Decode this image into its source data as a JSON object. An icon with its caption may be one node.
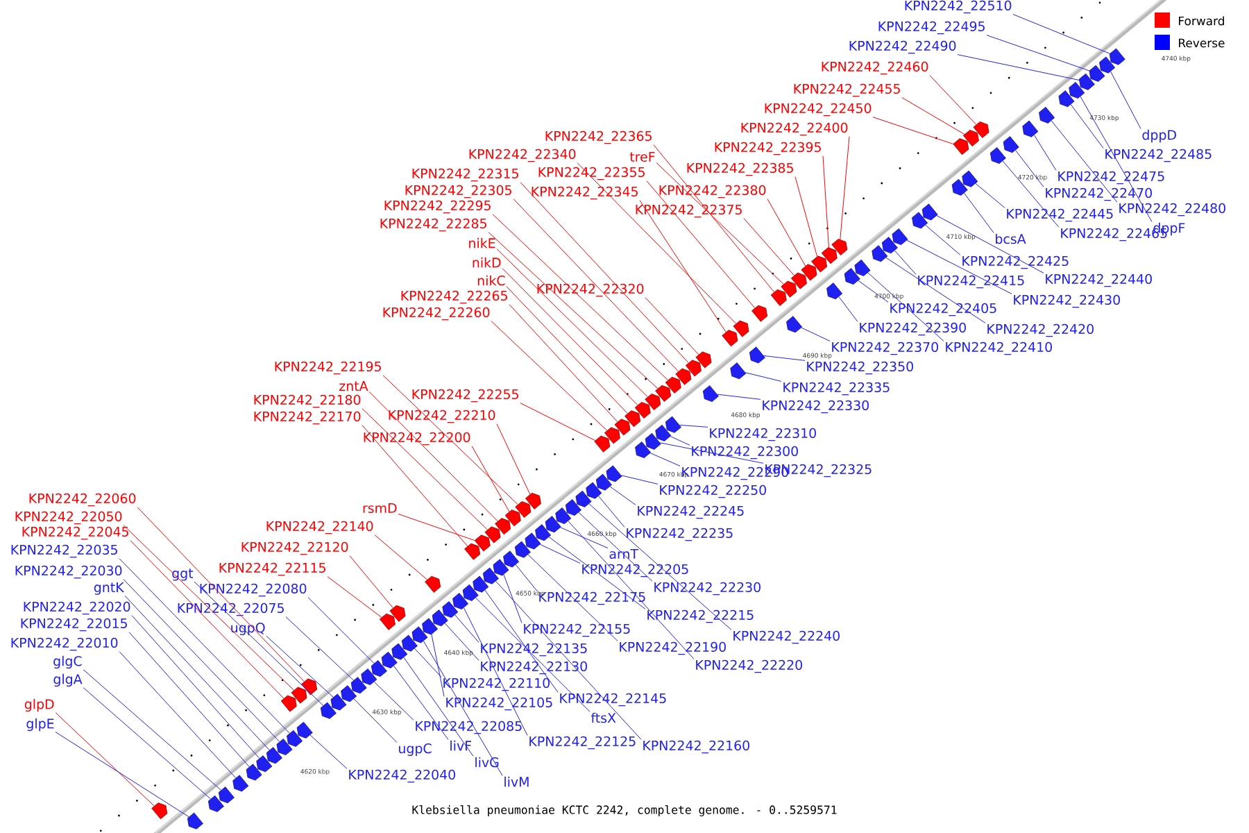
{
  "diagram": {
    "caption": "Klebsiella pneumoniae KCTC 2242, complete genome. - 0..5259571",
    "nodes": [
      {
        "text": [
          "KPN2242_22060"
        ]
      },
      {
        "text": [
          "KPN2242_22050"
        ]
      },
      {
        "text": [
          "KPN2242_22045"
        ]
      },
      {
        "text": [
          "KPN2242_22035"
        ]
      },
      {
        "text": [
          "KPN2242_22030"
        ]
      },
      {
        "text": [
          "gntK"
        ]
      },
      {
        "text": [
          "KPN2242_22020"
        ]
      },
      {
        "text": [
          "KPN2242_22015"
        ]
      },
      {
        "text": [
          "KPN2242_22010"
        ]
      },
      {
        "text": [
          "glgC"
        ]
      },
      {
        "text": [
          "glgA"
        ]
      },
      {
        "text": [
          "glpD"
        ]
      },
      {
        "text": [
          "glpE"
        ]
      },
      {
        "text": [
          "ggt"
        ]
      },
      {
        "text": [
          "KPN2242_22080"
        ]
      },
      {
        "text": [
          "KPN2242_22075"
        ]
      },
      {
        "text": [
          "ugpQ"
        ]
      },
      {
        "text": [
          "KPN2242_22115"
        ]
      },
      {
        "text": [
          "KPN2242_22120"
        ]
      },
      {
        "text": [
          "KPN2242_22140"
        ]
      },
      {
        "text": [
          "rsmD"
        ]
      },
      {
        "text": [
          "KPN2242_22170"
        ]
      },
      {
        "text": [
          "KPN2242_22180"
        ]
      },
      {
        "text": [
          "zntA"
        ]
      },
      {
        "text": [
          "KPN2242_22195"
        ]
      },
      {
        "text": [
          "KPN2242_22200"
        ]
      },
      {
        "text": [
          "KPN2242_22210"
        ]
      },
      {
        "text": [
          "KPN2242_22255"
        ]
      },
      {
        "text": [
          "KPN2242_22260"
        ]
      },
      {
        "text": [
          "KPN2242_22265"
        ]
      },
      {
        "text": [
          "nikC"
        ]
      },
      {
        "text": [
          "nikD"
        ]
      },
      {
        "text": [
          "nikE"
        ]
      },
      {
        "text": [
          "KPN2242_22285"
        ]
      },
      {
        "text": [
          "KPN2242_22295"
        ]
      },
      {
        "text": [
          "KPN2242_22305"
        ]
      },
      {
        "text": [
          "KPN2242_22315"
        ]
      },
      {
        "text": [
          "KPN2242_22340"
        ]
      },
      {
        "text": [
          "KPN2242_22320"
        ]
      },
      {
        "text": [
          "KPN2242_22345"
        ]
      },
      {
        "text": [
          "KPN2242_22355"
        ]
      },
      {
        "text": [
          "KPN2242_22365"
        ]
      },
      {
        "text": [
          "treF"
        ]
      },
      {
        "text": [
          "KPN2242_22380"
        ]
      },
      {
        "text": [
          "KPN2242_22375"
        ]
      },
      {
        "text": [
          "KPN2242_22385"
        ]
      },
      {
        "text": [
          "KPN2242_22395"
        ]
      },
      {
        "text": [
          "KPN2242_22400"
        ]
      },
      {
        "text": [
          "KPN2242_22450"
        ]
      },
      {
        "text": [
          "KPN2242_22455"
        ]
      },
      {
        "text": [
          "KPN2242_22460"
        ]
      },
      {
        "text": [
          "KPN2242_22490"
        ]
      },
      {
        "text": [
          "KPN2242_22495"
        ]
      },
      {
        "text": [
          "KPN2242_22510"
        ]
      },
      {
        "text": [
          "KPN2242_22040"
        ]
      },
      {
        "text": [
          "ugpC"
        ]
      },
      {
        "text": [
          "livF"
        ]
      },
      {
        "text": [
          "livG"
        ]
      },
      {
        "text": [
          "livM"
        ]
      },
      {
        "text": [
          "KPN2242_22085"
        ]
      },
      {
        "text": [
          "KPN2242_22110"
        ]
      },
      {
        "text": [
          "KPN2242_22105"
        ]
      },
      {
        "text": [
          "KPN2242_22125"
        ]
      },
      {
        "text": [
          "KPN2242_22130"
        ]
      },
      {
        "text": [
          "KPN2242_22135"
        ]
      },
      {
        "text": [
          "KPN2242_22145"
        ]
      },
      {
        "text": [
          "ftsX"
        ]
      },
      {
        "text": [
          "KPN2242_22160"
        ]
      },
      {
        "text": [
          "KPN2242_22155"
        ]
      },
      {
        "text": [
          "KPN2242_22175"
        ]
      },
      {
        "text": [
          "KPN2242_22190"
        ]
      },
      {
        "text": [
          "KPN2242_22205"
        ]
      },
      {
        "text": [
          "arnT"
        ]
      },
      {
        "text": [
          "KPN2242_22215"
        ]
      },
      {
        "text": [
          "KPN2242_22220"
        ]
      },
      {
        "text": [
          "KPN2242_22230"
        ]
      },
      {
        "text": [
          "KPN2242_22240"
        ]
      },
      {
        "text": [
          "KPN2242_22235"
        ]
      },
      {
        "text": [
          "KPN2242_22245"
        ]
      },
      {
        "text": [
          "KPN2242_22250"
        ]
      },
      {
        "text": [
          "KPN2242_22325"
        ]
      },
      {
        "text": [
          "KPN2242_22290"
        ]
      },
      {
        "text": [
          "KPN2242_22300"
        ]
      },
      {
        "text": [
          "KPN2242_22310"
        ]
      },
      {
        "text": [
          "KPN2242_22330"
        ]
      },
      {
        "text": [
          "KPN2242_22335"
        ]
      },
      {
        "text": [
          "KPN2242_22350"
        ]
      },
      {
        "text": [
          "KPN2242_22370"
        ]
      },
      {
        "text": [
          "KPN2242_22390"
        ]
      },
      {
        "text": [
          "KPN2242_22410"
        ]
      },
      {
        "text": [
          "KPN2242_22405"
        ]
      },
      {
        "text": [
          "KPN2242_22420"
        ]
      },
      {
        "text": [
          "KPN2242_22415"
        ]
      },
      {
        "text": [
          "KPN2242_22430"
        ]
      },
      {
        "text": [
          "KPN2242_22425"
        ]
      },
      {
        "text": [
          "KPN2242_22440"
        ]
      },
      {
        "text": [
          "bcsA"
        ]
      },
      {
        "text": [
          "KPN2242_22445"
        ]
      },
      {
        "text": [
          "KPN2242_22465"
        ]
      },
      {
        "text": [
          "KPN2242_22470"
        ]
      },
      {
        "text": [
          "KPN2242_22475"
        ]
      },
      {
        "text": [
          "KPN2242_22480"
        ]
      },
      {
        "text": [
          "dppF"
        ]
      },
      {
        "text": [
          "KPN2242_22485"
        ]
      },
      {
        "text": [
          "dppD"
        ]
      },
      {
        "text": [],
        "shape": "arrow"
      },
      {
        "text": [],
        "shape": "arrow"
      },
      {
        "text": [],
        "shape": "arrow"
      },
      {
        "text": [],
        "shape": "arrow"
      },
      {
        "text": [],
        "shape": "arrow"
      },
      {
        "text": [],
        "shape": "arrow"
      },
      {
        "text": [],
        "shape": "arrow"
      },
      {
        "text": [],
        "shape": "arrow"
      },
      {
        "text": [],
        "shape": "arrow"
      },
      {
        "text": [],
        "shape": "arrow"
      },
      {
        "text": [],
        "shape": "arrow"
      },
      {
        "text": [],
        "shape": "arrow"
      },
      {
        "text": [],
        "shape": "arrow"
      },
      {
        "text": [],
        "shape": "arrow"
      },
      {
        "text": [],
        "shape": "arrow"
      },
      {
        "text": [],
        "shape": "arrow"
      },
      {
        "text": [],
        "shape": "arrow"
      },
      {
        "text": [],
        "shape": "arrow"
      },
      {
        "text": [],
        "shape": "arrow"
      },
      {
        "text": [],
        "shape": "arrow"
      },
      {
        "text": [],
        "shape": "arrow"
      },
      {
        "text": [],
        "shape": "arrow"
      },
      {
        "text": [],
        "shape": "arrow"
      },
      {
        "text": [],
        "shape": "arrow"
      },
      {
        "text": [],
        "shape": "arrow"
      },
      {
        "text": [],
        "shape": "arrow"
      },
      {
        "text": [],
        "shape": "arrow"
      },
      {
        "text": [],
        "shape": "arrow"
      },
      {
        "text": [],
        "shape": "arrow"
      },
      {
        "text": [],
        "shape": "arrow"
      },
      {
        "text": [],
        "shape": "arrow"
      },
      {
        "text": [],
        "shape": "arrow"
      },
      {
        "text": [],
        "shape": "arrow"
      },
      {
        "text": [],
        "shape": "arrow"
      },
      {
        "text": [],
        "shape": "arrow"
      },
      {
        "text": [],
        "shape": "arrow"
      },
      {
        "text": [],
        "shape": "arrow"
      },
      {
        "text": [],
        "shape": "arrow"
      },
      {
        "text": [],
        "shape": "arrow"
      },
      {
        "text": [],
        "shape": "arrow"
      },
      {
        "text": [],
        "shape": "arrow"
      },
      {
        "text": [],
        "shape": "arrow"
      },
      {
        "text": [],
        "shape": "arrow"
      },
      {
        "text": [],
        "shape": "arrow"
      },
      {
        "text": [],
        "shape": "arrow"
      },
      {
        "text": [],
        "shape": "arrow"
      },
      {
        "text": [],
        "shape": "arrow"
      },
      {
        "text": [],
        "shape": "arrow"
      },
      {
        "text": [],
        "shape": "arrow"
      },
      {
        "text": [],
        "shape": "arrow"
      },
      {
        "text": [],
        "shape": "arrow"
      },
      {
        "text": [],
        "shape": "arrow"
      },
      {
        "text": [],
        "shape": "arrow"
      },
      {
        "text": [],
        "shape": "arrow"
      },
      {
        "text": [],
        "shape": "arrow"
      },
      {
        "text": [],
        "shape": "arrow"
      },
      {
        "text": [],
        "shape": "arrow"
      },
      {
        "text": [],
        "shape": "arrow"
      },
      {
        "text": [],
        "shape": "arrow"
      },
      {
        "text": [],
        "shape": "arrow"
      },
      {
        "text": [],
        "shape": "arrow"
      },
      {
        "text": [],
        "shape": "arrow"
      },
      {
        "text": [],
        "shape": "arrow"
      },
      {
        "text": [],
        "shape": "arrow"
      },
      {
        "text": [],
        "shape": "arrow"
      },
      {
        "text": [],
        "shape": "arrow"
      },
      {
        "text": [],
        "shape": "arrow"
      },
      {
        "text": [],
        "shape": "arrow"
      },
      {
        "text": [],
        "shape": "arrow"
      },
      {
        "text": [],
        "shape": "arrow"
      },
      {
        "text": [],
        "shape": "arrow"
      },
      {
        "text": [],
        "shape": "arrow"
      },
      {
        "text": [],
        "shape": "arrow"
      },
      {
        "text": [],
        "shape": "arrow"
      },
      {
        "text": [],
        "shape": "arrow"
      },
      {
        "text": [],
        "shape": "arrow"
      },
      {
        "text": [],
        "shape": "arrow"
      },
      {
        "text": [],
        "shape": "arrow"
      },
      {
        "text": [],
        "shape": "arrow"
      },
      {
        "text": [],
        "shape": "arrow"
      },
      {
        "text": [],
        "shape": "arrow"
      },
      {
        "text": [],
        "shape": "arrow"
      },
      {
        "text": [],
        "shape": "arrow"
      },
      {
        "text": [],
        "shape": "arrow"
      },
      {
        "text": [],
        "shape": "arrow"
      },
      {
        "text": [],
        "shape": "arrow"
      },
      {
        "text": [],
        "shape": "arrow"
      },
      {
        "text": [],
        "shape": "arrow"
      },
      {
        "text": [],
        "shape": "arrow"
      },
      {
        "text": [],
        "shape": "arrow"
      },
      {
        "text": [],
        "shape": "arrow"
      },
      {
        "text": [],
        "shape": "arrow"
      },
      {
        "text": [],
        "shape": "arrow"
      },
      {
        "text": [],
        "shape": "arrow"
      },
      {
        "text": [],
        "shape": "arrow"
      },
      {
        "text": [],
        "shape": "arrow"
      },
      {
        "text": [],
        "shape": "arrow"
      },
      {
        "text": [],
        "shape": "arrow"
      },
      {
        "text": [],
        "shape": "arrow"
      },
      {
        "text": [],
        "shape": "arrow"
      },
      {
        "text": [],
        "shape": "arrow"
      },
      {
        "text": [],
        "shape": "arrow"
      },
      {
        "text": [],
        "shape": "arrow"
      },
      {
        "text": [],
        "shape": "arrow"
      },
      {
        "text": [],
        "shape": "arrow"
      }
    ],
    "edges": [
      {
        "from": 0,
        "to": 105,
        "arrow": "none",
        "color": "#ff0000"
      },
      {
        "from": 1,
        "to": 106,
        "arrow": "none",
        "color": "#ff0000"
      },
      {
        "from": 2,
        "to": 107,
        "arrow": "none",
        "color": "#ff0000"
      },
      {
        "from": 3,
        "to": 108,
        "arrow": "none"
      },
      {
        "from": 4,
        "to": 109,
        "arrow": "none"
      },
      {
        "from": 5,
        "to": 110,
        "arrow": "none"
      },
      {
        "from": 6,
        "to": 111,
        "arrow": "none"
      },
      {
        "from": 7,
        "to": 112,
        "arrow": "none"
      },
      {
        "from": 8,
        "to": 113,
        "arrow": "none"
      },
      {
        "from": 9,
        "to": 114,
        "arrow": "none"
      },
      {
        "from": 10,
        "to": 115,
        "arrow": "none"
      },
      {
        "from": 11,
        "to": 116,
        "arrow": "none",
        "color": "#ff0000"
      },
      {
        "from": 12,
        "to": 117,
        "arrow": "none"
      },
      {
        "from": 13,
        "to": 118,
        "arrow": "none"
      },
      {
        "from": 14,
        "to": 119,
        "arrow": "none"
      },
      {
        "from": 15,
        "to": 120,
        "arrow": "none"
      },
      {
        "from": 16,
        "to": 121,
        "arrow": "none"
      },
      {
        "from": 17,
        "to": 122,
        "arrow": "none",
        "color": "#ff0000"
      },
      {
        "from": 18,
        "to": 123,
        "arrow": "none",
        "color": "#ff0000"
      },
      {
        "from": 19,
        "to": 124,
        "arrow": "none",
        "color": "#ff0000"
      },
      {
        "from": 20,
        "to": 125,
        "arrow": "none",
        "color": "#ff0000"
      },
      {
        "from": 21,
        "to": 126,
        "arrow": "none",
        "color": "#ff0000"
      },
      {
        "from": 22,
        "to": 127,
        "arrow": "none",
        "color": "#ff0000"
      },
      {
        "from": 23,
        "to": 128,
        "arrow": "none",
        "color": "#ff0000"
      },
      {
        "from": 24,
        "to": 129,
        "arrow": "none",
        "color": "#ff0000"
      },
      {
        "from": 25,
        "to": 130,
        "arrow": "none",
        "color": "#ff0000"
      },
      {
        "from": 26,
        "to": 131,
        "arrow": "none",
        "color": "#ff0000"
      },
      {
        "from": 27,
        "to": 132,
        "arrow": "none",
        "color": "#ff0000"
      },
      {
        "from": 28,
        "to": 133,
        "arrow": "none",
        "color": "#ff0000"
      },
      {
        "from": 29,
        "to": 134,
        "arrow": "none",
        "color": "#ff0000"
      },
      {
        "from": 30,
        "to": 135,
        "arrow": "none",
        "color": "#ff0000"
      },
      {
        "from": 31,
        "to": 136,
        "arrow": "none",
        "color": "#ff0000"
      },
      {
        "from": 32,
        "to": 137,
        "arrow": "none",
        "color": "#ff0000"
      },
      {
        "from": 33,
        "to": 138,
        "arrow": "none",
        "color": "#ff0000"
      },
      {
        "from": 34,
        "to": 139,
        "arrow": "none",
        "color": "#ff0000"
      },
      {
        "from": 35,
        "to": 140,
        "arrow": "none",
        "color": "#ff0000"
      },
      {
        "from": 36,
        "to": 141,
        "arrow": "none",
        "color": "#ff0000"
      },
      {
        "from": 37,
        "to": 142,
        "arrow": "none",
        "color": "#ff0000"
      },
      {
        "from": 38,
        "to": 143,
        "arrow": "none",
        "color": "#ff0000"
      },
      {
        "from": 39,
        "to": 144,
        "arrow": "none",
        "color": "#ff0000"
      },
      {
        "from": 40,
        "to": 145,
        "arrow": "none",
        "color": "#ff0000"
      },
      {
        "from": 41,
        "to": 146,
        "arrow": "none",
        "color": "#ff0000"
      },
      {
        "from": 42,
        "to": 147,
        "arrow": "none",
        "color": "#ff0000"
      },
      {
        "from": 43,
        "to": 148,
        "arrow": "none",
        "color": "#ff0000"
      },
      {
        "from": 44,
        "to": 149,
        "arrow": "none",
        "color": "#ff0000"
      },
      {
        "from": 45,
        "to": 150,
        "arrow": "none",
        "color": "#ff0000"
      },
      {
        "from": 46,
        "to": 151,
        "arrow": "none",
        "color": "#ff0000"
      },
      {
        "from": 47,
        "to": 152,
        "arrow": "none",
        "color": "#ff0000"
      },
      {
        "from": 48,
        "to": 153,
        "arrow": "none",
        "color": "#ff0000"
      },
      {
        "from": 49,
        "to": 154,
        "arrow": "none",
        "color": "#ff0000"
      },
      {
        "from": 50,
        "to": 155,
        "arrow": "none",
        "color": "#ff0000"
      },
      {
        "from": 51,
        "to": 156,
        "arrow": "none"
      },
      {
        "from": 52,
        "to": 157,
        "arrow": "none"
      },
      {
        "from": 53,
        "to": 158,
        "arrow": "none"
      },
      {
        "from": 54,
        "to": 159,
        "arrow": "none"
      },
      {
        "from": 55,
        "to": 160,
        "arrow": "none"
      },
      {
        "from": 56,
        "to": 161,
        "arrow": "none"
      },
      {
        "from": 57,
        "to": 162,
        "arrow": "none"
      },
      {
        "from": 58,
        "to": 163,
        "arrow": "none"
      },
      {
        "from": 59,
        "to": 164,
        "arrow": "none"
      },
      {
        "from": 60,
        "to": 165,
        "arrow": "none"
      },
      {
        "from": 61,
        "to": 166,
        "arrow": "none"
      },
      {
        "from": 62,
        "to": 167,
        "arrow": "none"
      },
      {
        "from": 63,
        "to": 168,
        "arrow": "none"
      },
      {
        "from": 64,
        "to": 169,
        "arrow": "none"
      },
      {
        "from": 65,
        "to": 170,
        "arrow": "none"
      },
      {
        "from": 66,
        "to": 171,
        "arrow": "none"
      },
      {
        "from": 67,
        "to": 172,
        "arrow": "none"
      },
      {
        "from": 68,
        "to": 173,
        "arrow": "none"
      },
      {
        "from": 69,
        "to": 174,
        "arrow": "none"
      },
      {
        "from": 70,
        "to": 175,
        "arrow": "none"
      },
      {
        "from": 71,
        "to": 176,
        "arrow": "none"
      },
      {
        "from": 72,
        "to": 177,
        "arrow": "none"
      },
      {
        "from": 73,
        "to": 178,
        "arrow": "none"
      },
      {
        "from": 74,
        "to": 179,
        "arrow": "none"
      },
      {
        "from": 75,
        "to": 180,
        "arrow": "none"
      },
      {
        "from": 76,
        "to": 181,
        "arrow": "none"
      },
      {
        "from": 77,
        "to": 182,
        "arrow": "none"
      },
      {
        "from": 78,
        "to": 183,
        "arrow": "none"
      },
      {
        "from": 79,
        "to": 184,
        "arrow": "none"
      },
      {
        "from": 80,
        "to": 185,
        "arrow": "none"
      },
      {
        "from": 81,
        "to": 186,
        "arrow": "none"
      },
      {
        "from": 82,
        "to": 187,
        "arrow": "none"
      },
      {
        "from": 83,
        "to": 188,
        "arrow": "none"
      },
      {
        "from": 84,
        "to": 189,
        "arrow": "none"
      },
      {
        "from": 85,
        "to": 190,
        "arrow": "none"
      },
      {
        "from": 86,
        "to": 191,
        "arrow": "none"
      },
      {
        "from": 87,
        "to": 192,
        "arrow": "none"
      },
      {
        "from": 88,
        "to": 193,
        "arrow": "none"
      },
      {
        "from": 89,
        "to": 194,
        "arrow": "none"
      },
      {
        "from": 90,
        "to": 195,
        "arrow": "none"
      },
      {
        "from": 91,
        "to": 196,
        "arrow": "none"
      },
      {
        "from": 92,
        "to": 197,
        "arrow": "none"
      },
      {
        "from": 93,
        "to": 198,
        "arrow": "none"
      },
      {
        "from": 94,
        "to": 199,
        "arrow": "none"
      },
      {
        "from": 95,
        "to": 200,
        "arrow": "none"
      },
      {
        "from": 96,
        "to": 201,
        "arrow": "none"
      },
      {
        "from": 97,
        "to": 202,
        "arrow": "none"
      },
      {
        "from": 98,
        "to": 203,
        "arrow": "none"
      },
      {
        "from": 99,
        "to": 204,
        "arrow": "none"
      },
      {
        "from": 100,
        "to": 205,
        "arrow": "none"
      },
      {
        "from": 101,
        "to": 206,
        "arrow": "none"
      },
      {
        "from": 102,
        "to": 207,
        "arrow": "none"
      },
      {
        "from": 103,
        "to": 208,
        "arrow": "none"
      },
      {
        "from": 104,
        "to": 209,
        "arrow": "none"
      }
    ],
    "labels": [
      "4620 kbp",
      "4630 kbp",
      "4640 kbp",
      "4650 kbp",
      "4660 kbp",
      "4670 kbp",
      "4680 kbp",
      "4690 kbp",
      "4700 kbp",
      "4710 kbp",
      "4720 kbp",
      "4730 kbp",
      "4740 kbp"
    ],
    "legend": [
      {
        "text": "Forward",
        "color": "#ff0000"
      },
      {
        "text": "Reverse",
        "color": "#0000ff"
      }
    ]
  }
}
